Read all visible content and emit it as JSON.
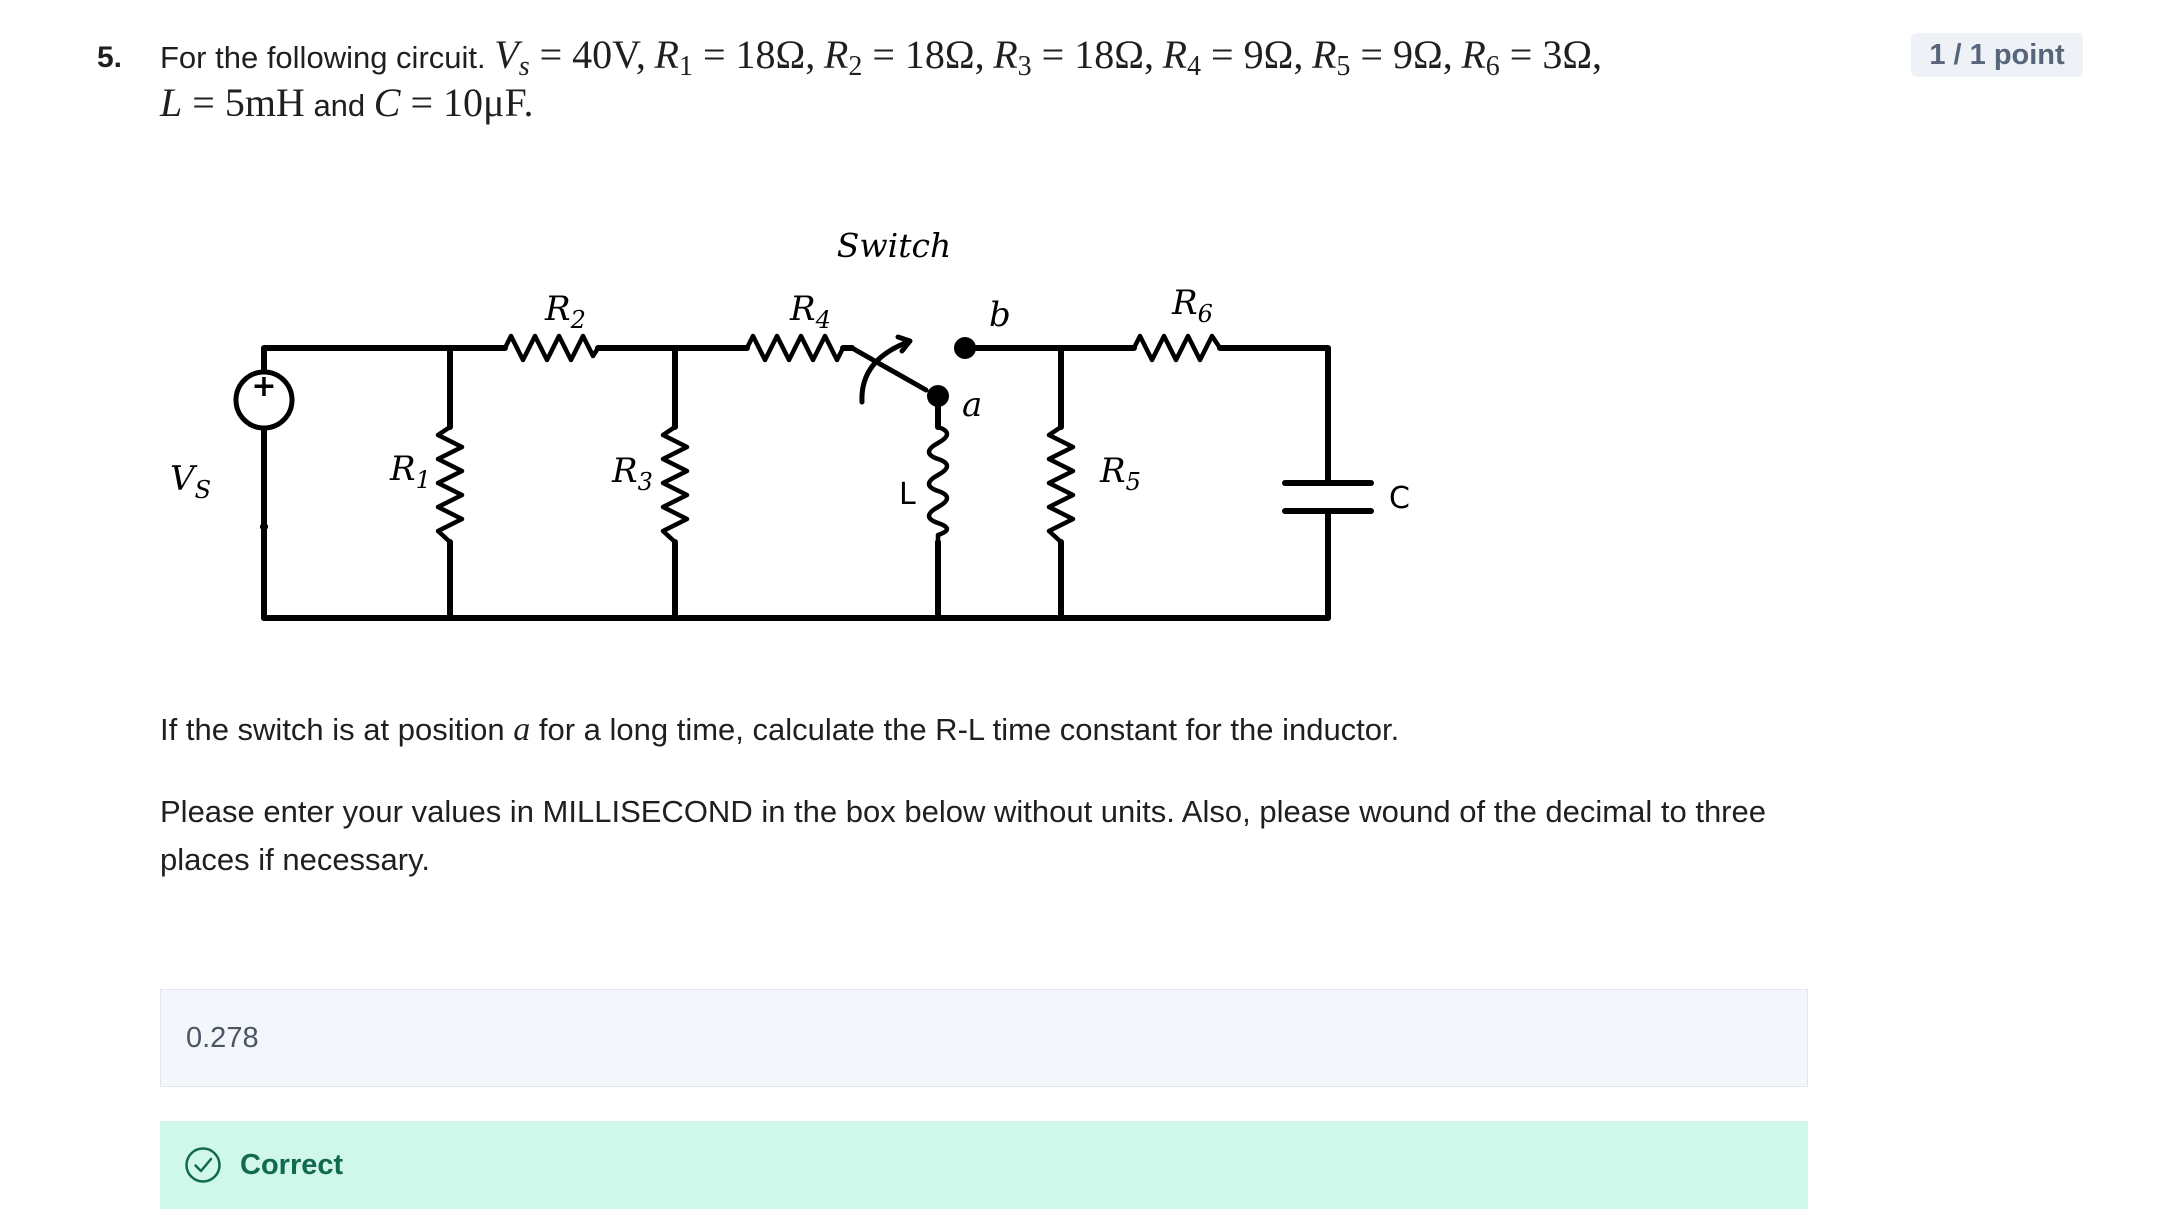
{
  "question": {
    "number": "5.",
    "points": "1 / 1 point",
    "intro": "For the following circuit.",
    "and_word": "and",
    "values": {
      "vs": "40V",
      "r1": "18Ω",
      "r2": "18Ω",
      "r3": "18Ω",
      "r4": "9Ω",
      "r5": "9Ω",
      "r6": "3Ω",
      "l": "5mH",
      "c": "10μF"
    },
    "instruction_prefix": "If the switch is at position",
    "instruction_var": "a",
    "instruction_suffix": "for a long time, calculate the R-L time constant for the inductor.",
    "units_note": "Please enter your values in MILLISECOND in the box below without units. Also, please wound of the decimal to three places if necessary."
  },
  "circuit": {
    "switch_label": "Switch",
    "labels": {
      "vs": "V",
      "vs_sub": "S",
      "r1": "R",
      "r1_sub": "1",
      "r2": "R",
      "r2_sub": "2",
      "r3": "R",
      "r3_sub": "3",
      "r4": "R",
      "r4_sub": "4",
      "r5": "R",
      "r5_sub": "5",
      "r6": "R",
      "r6_sub": "6",
      "l": "L",
      "c": "C",
      "pos_a": "a",
      "pos_b": "b",
      "plus": "+",
      "minus": "-"
    }
  },
  "answer": {
    "value": "0.278"
  },
  "feedback": {
    "label": "Correct",
    "icon": "check-circle-icon",
    "color": "#cff7ea"
  }
}
